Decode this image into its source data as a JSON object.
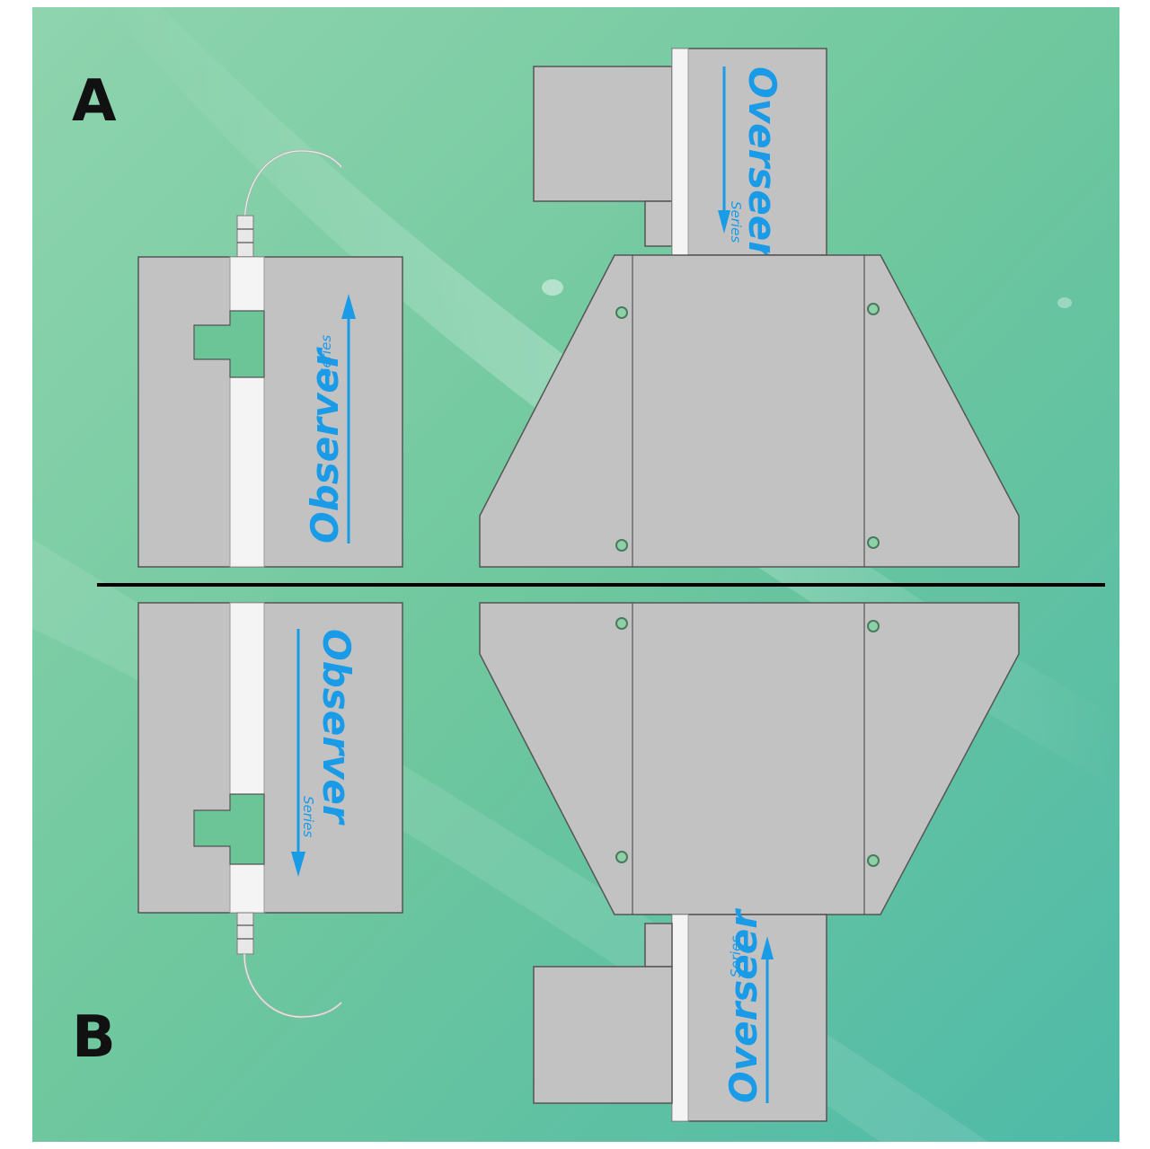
{
  "labels": {
    "top_panel": "A",
    "bottom_panel": "B"
  },
  "observer_top": {
    "brand": "Observer",
    "series": "Series"
  },
  "overseer_top": {
    "brand": "Overseer",
    "series": "Series"
  },
  "observer_bottom": {
    "brand": "Observer",
    "series": "Series"
  },
  "overseer_bottom": {
    "brand": "Overseer",
    "series": "Series"
  },
  "colors": {
    "background_light": "#8fd4ae",
    "background_dark": "#4fbaa8",
    "part_gray": "#c2c2c2",
    "slot_white": "#f4f4f4",
    "accent_blue": "#1a9be8",
    "divider": "#000000"
  }
}
